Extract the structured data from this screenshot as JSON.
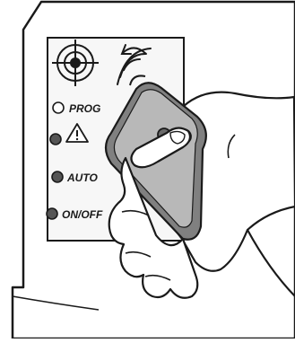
{
  "panel": {
    "indicators": [
      {
        "id": "prog",
        "label": "PROG",
        "led_state": "off"
      },
      {
        "id": "alarm",
        "label": "",
        "led_state": "on",
        "icon": "warning-triangle-icon"
      },
      {
        "id": "auto",
        "label": "AUTO",
        "led_state": "on"
      },
      {
        "id": "onoff",
        "label": "ON/OFF",
        "led_state": "on"
      }
    ],
    "top_icons": [
      "crosshair-target-icon",
      "remote-signal-icon"
    ]
  },
  "colors": {
    "line": "#1a1a1a",
    "panel_fill": "#f7f7f7",
    "led_on": "#555555",
    "led_off": "#ffffff",
    "remote_body": "#808080",
    "remote_face": "#b8b8b8"
  }
}
